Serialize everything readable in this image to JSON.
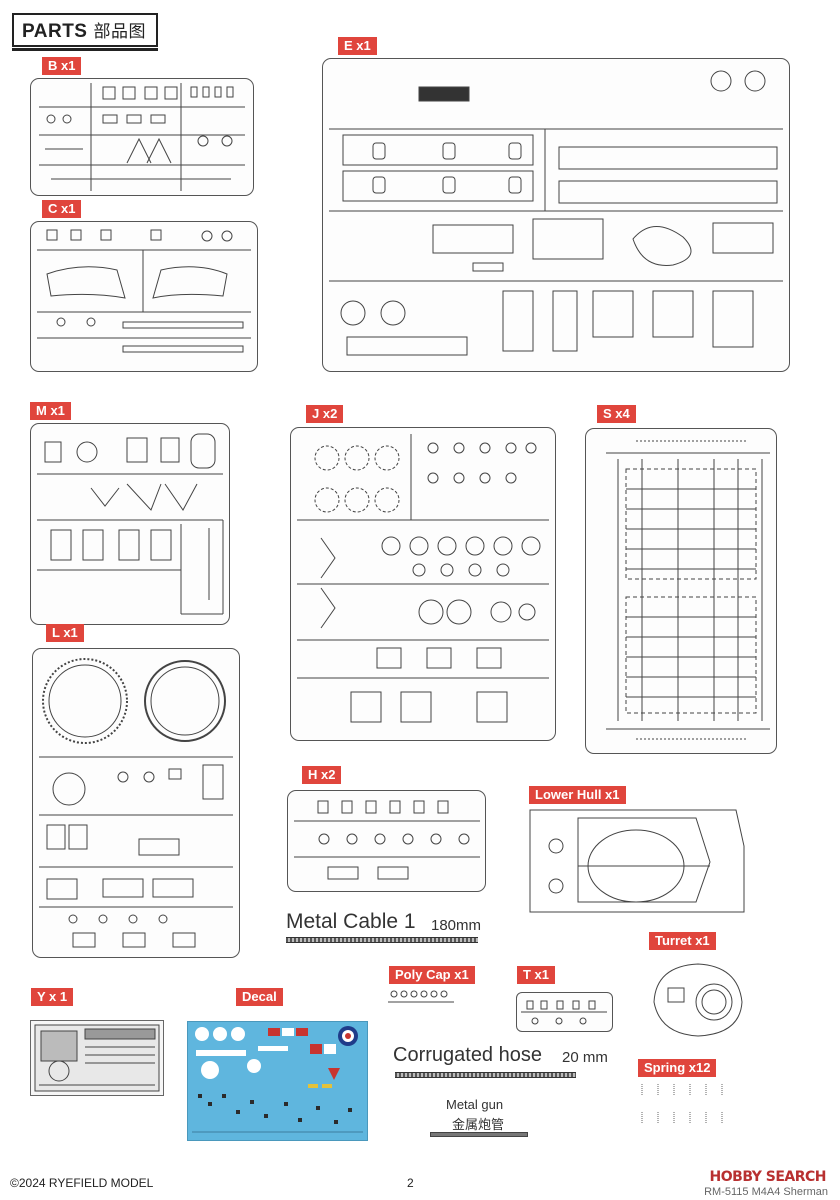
{
  "header": {
    "title": "PARTS",
    "title_cn": "部品图"
  },
  "sprues": {
    "B": "B x1",
    "C": "C x1",
    "E": "E x1",
    "M": "M x1",
    "J": "J x2",
    "S": "S x4",
    "L": "L x1",
    "H": "H x2",
    "LH": "Lower Hull x1",
    "TU": "Turret x1",
    "Y": "Y x 1",
    "DEC": "Decal",
    "PC": "Poly Cap x1",
    "T": "T x1",
    "SP": "Spring x12"
  },
  "extras": {
    "metal_cable": "Metal Cable 1",
    "metal_cable_len": "180",
    "metal_cable_unit": "mm",
    "hose": "Corrugated hose",
    "hose_len": "20",
    "hose_unit": "mm",
    "metal_gun": "Metal gun",
    "metal_gun_cn": "金属炮管"
  },
  "footer": {
    "copyright": "©2024 RYEFIELD MODEL",
    "page": "2",
    "product": "RM-5115 M4A4 Sherman",
    "watermark": "HOBBY SEARCH"
  },
  "colors": {
    "tag": "#e0453c",
    "decal_bg": "#5fb6de"
  }
}
